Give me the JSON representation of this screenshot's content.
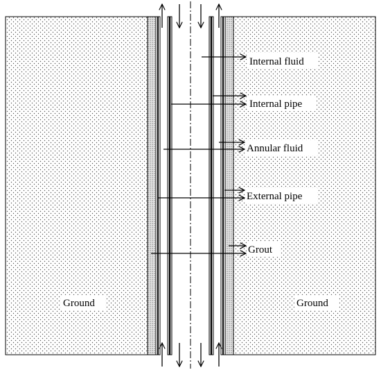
{
  "diagram": {
    "labels": {
      "internal_fluid": "Internal fluid",
      "internal_pipe": "Internal pipe",
      "annular_fluid": "Annular fluid",
      "external_pipe": "External pipe",
      "grout": "Grout",
      "ground_left": "Ground",
      "ground_right": "Ground"
    },
    "flow": {
      "center": "downward (inlet) in the internal pipe",
      "annulus": "upward (outlet) in the annular space"
    },
    "colors": {
      "line": "#000000",
      "ground_dots": "#555555",
      "grout_fill": "#d9d9d9",
      "background": "#ffffff"
    }
  }
}
